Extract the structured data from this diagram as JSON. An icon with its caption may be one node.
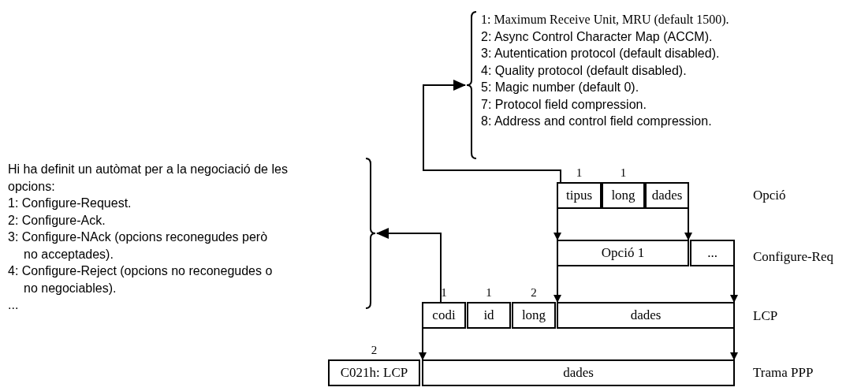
{
  "diagram": {
    "nodes": [
      {
        "text": [
          "1: Maximum Receive Unit, MRU (default 1500).",
          "2: Async Control Character Map (ACCM).",
          "3: Autentication protocol (default disabled).",
          "4: Quality protocol (default disabled).",
          "5: Magic number (default 0).",
          "7: Protocol field compression.",
          "8: Address and control field compression."
        ]
      },
      {
        "text": [
          "Hi ha definit un autòmat per a la negociació de les opcions:",
          "1: Configure-Request.",
          "2: Configure-Ack.",
          "3: Configure-NAck (opcions reconegudes però no acceptades).",
          "4: Configure-Reject (opcions no reconegudes o no negociables).",
          "..."
        ]
      },
      {
        "text": [
          "tipus"
        ],
        "beside": [
          "1"
        ]
      },
      {
        "text": [
          "long"
        ],
        "beside": [
          "1"
        ]
      },
      {
        "text": [
          "dades"
        ]
      },
      {
        "text": [
          "Opció 1"
        ]
      },
      {
        "text": [
          "..."
        ]
      },
      {
        "text": [
          "codi"
        ],
        "beside": [
          "1"
        ]
      },
      {
        "text": [
          "id"
        ],
        "beside": [
          "1"
        ]
      },
      {
        "text": [
          "long"
        ],
        "beside": [
          "2"
        ]
      },
      {
        "text": [
          "dades"
        ]
      },
      {
        "text": [
          "C021h: LCP"
        ],
        "beside": [
          "2"
        ]
      },
      {
        "text": [
          "dades"
        ]
      }
    ],
    "edges": [
      {
        "from": 2,
        "to": 0,
        "arrow": "to"
      },
      {
        "from": 7,
        "to": 1,
        "arrow": "to"
      },
      {
        "from": 2,
        "to": 5,
        "arrow": "to"
      },
      {
        "from": 4,
        "to": 5,
        "arrow": "to"
      },
      {
        "from": 5,
        "to": 10,
        "arrow": "to"
      },
      {
        "from": 6,
        "to": 10,
        "arrow": "to"
      },
      {
        "from": 7,
        "to": 12,
        "arrow": "to"
      },
      {
        "from": 10,
        "to": 12,
        "arrow": "to"
      }
    ],
    "labels": [
      "Opció",
      "Configure-Req",
      "LCP",
      "Trama PPP"
    ]
  }
}
